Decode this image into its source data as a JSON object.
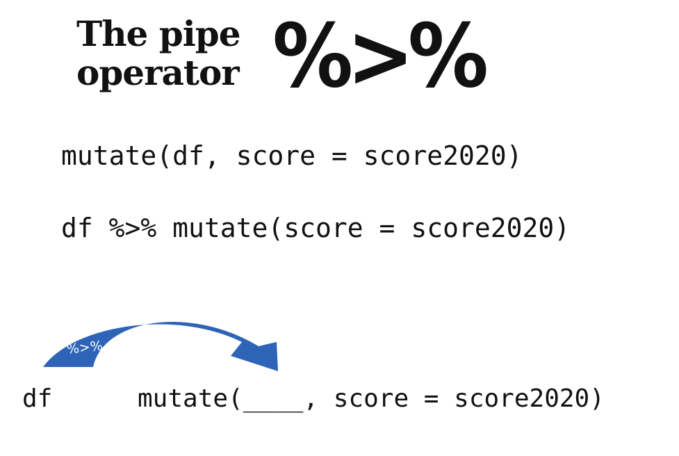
{
  "title": {
    "line1": "The pipe",
    "line2": "operator",
    "symbol": "%>%"
  },
  "code_examples": [
    "mutate(df, score = score2020)",
    "df %>% mutate(score = score2020)"
  ],
  "diagram": {
    "source": "df",
    "target_call": "mutate(____, score = score2020)",
    "arrow_label": "%>%",
    "arrow_color": "#2e64b8"
  }
}
